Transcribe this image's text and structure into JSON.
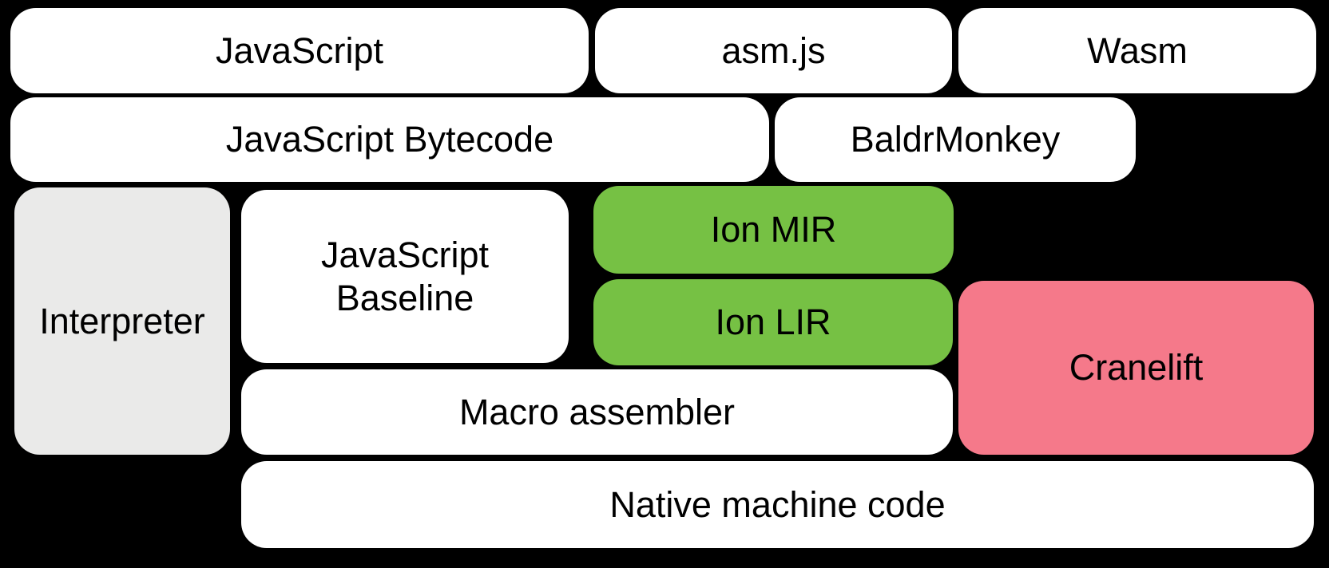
{
  "diagram": {
    "background": "#000000",
    "colors": {
      "bg": "#000000",
      "box_white": "#ffffff",
      "box_gray": "#EAEAE9",
      "box_green": "#76C144",
      "box_pink": "#F5798A",
      "text": "#000000"
    },
    "boxes": {
      "javascript": {
        "label": "JavaScript"
      },
      "asmjs": {
        "label": "asm.js"
      },
      "wasm": {
        "label": "Wasm"
      },
      "bytecode": {
        "label": "JavaScript Bytecode"
      },
      "baldrmonkey": {
        "label": "BaldrMonkey"
      },
      "interpreter": {
        "label": "Interpreter"
      },
      "baseline": {
        "label": "JavaScript Baseline"
      },
      "ion_mir": {
        "label": "Ion MIR"
      },
      "ion_lir": {
        "label": "Ion LIR"
      },
      "cranelift": {
        "label": "Cranelift"
      },
      "macro_assembler": {
        "label": "Macro assembler"
      },
      "native_code": {
        "label": "Native machine code"
      }
    }
  }
}
